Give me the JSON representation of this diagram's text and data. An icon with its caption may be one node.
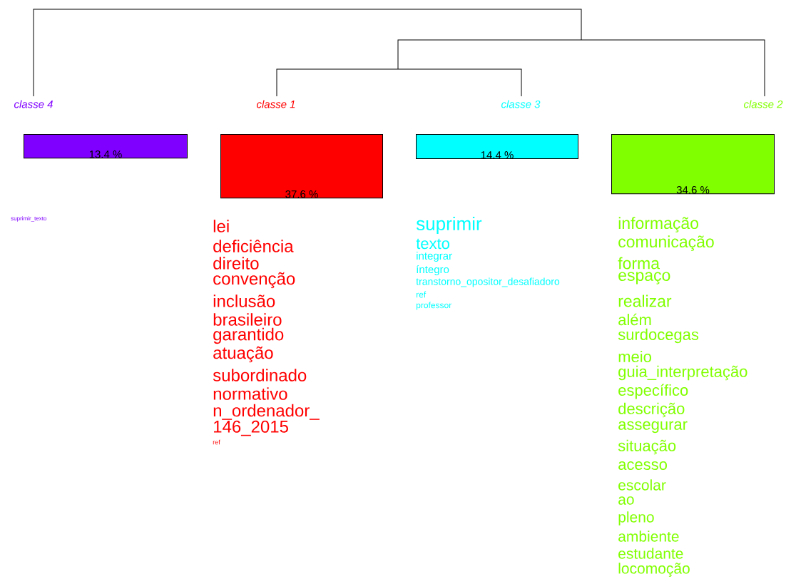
{
  "diagram": {
    "nodes": [
      {
        "text": [
          "classe  4"
        ]
      },
      {
        "text": [
          "classe  1"
        ]
      },
      {
        "text": [
          "classe  3"
        ]
      },
      {
        "text": [
          "classe  2"
        ]
      },
      {
        "text": [
          "13.4 %"
        ]
      },
      {
        "text": [
          "37.6 %"
        ],
        "beside": [
          "lei",
          "deficiência",
          "direito",
          "convenção",
          "inclusão",
          "brasileiro",
          "garantido",
          "atuação",
          "subordinado",
          "normativo",
          "n_ordenador_ 146_2015",
          "ref"
        ]
      },
      {
        "text": [
          "14.4 %"
        ],
        "beside": [
          "suprimir",
          "texto",
          "integrar",
          "íntegro",
          "transtorno_opositor_desafiadoro",
          "ref",
          "professor"
        ]
      },
      {
        "text": [
          "34.6 %"
        ],
        "beside": [
          "informação",
          "comunicação",
          "forma",
          "espaço",
          "realizar",
          "além",
          "surdocegas",
          "meio",
          "guia_interpretação",
          "específico",
          "descrição",
          "assegurar",
          "situação",
          "acesso",
          "escolar",
          "ao",
          "pleno",
          "ambiente",
          "estudante",
          "locomoção"
        ]
      }
    ],
    "labels": [
      "suprimir_texto"
    ]
  }
}
